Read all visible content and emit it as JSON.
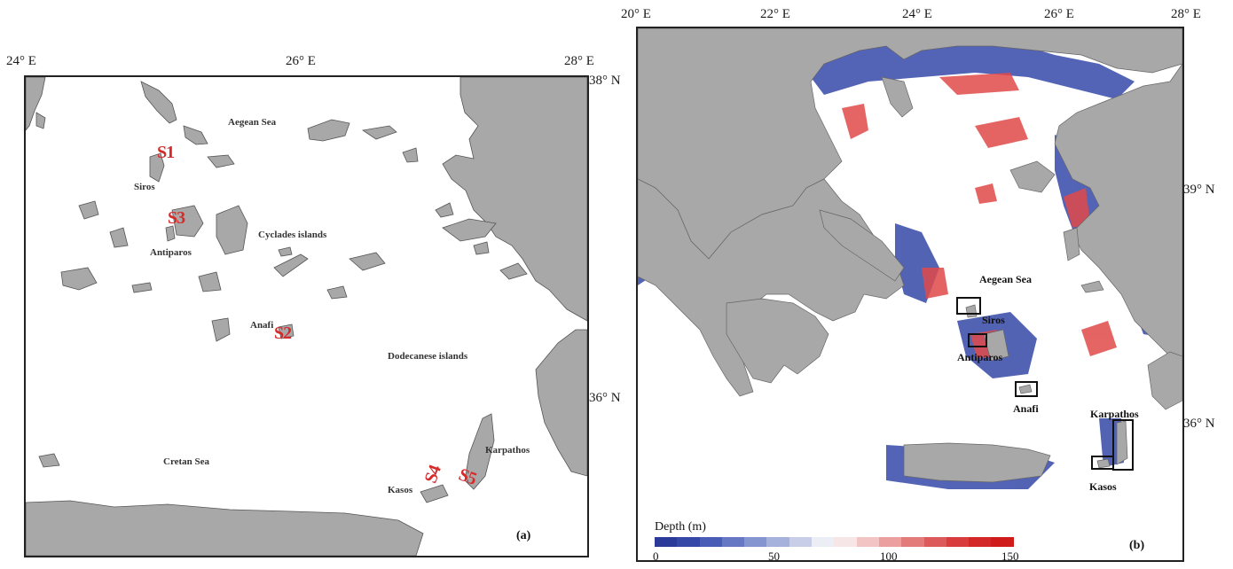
{
  "panel_a": {
    "lon_labels": [
      "24° E",
      "26° E",
      "28° E"
    ],
    "lat_labels": [
      "38° N",
      "36° N"
    ],
    "place_labels": {
      "aegean_sea": "Aegean Sea",
      "siros": "Siros",
      "antiparos": "Antiparos",
      "cyclades": "Cyclades islands",
      "anafi": "Anafi",
      "dodecanese": "Dodecanese islands",
      "cretan_sea": "Cretan Sea",
      "karpathos": "Karpathos",
      "kasos": "Kasos"
    },
    "sites": [
      "S1",
      "S2",
      "S3",
      "S4",
      "S5"
    ],
    "tag": "(a)"
  },
  "panel_b": {
    "lon_labels": [
      "20° E",
      "22° E",
      "24° E",
      "26° E",
      "28° E"
    ],
    "lat_labels": [
      "39° N",
      "36° N"
    ],
    "place_labels": {
      "aegean_sea": "Aegean Sea",
      "siros": "Siros",
      "antiparos": "Antiparos",
      "anafi": "Anafi",
      "karpathos": "Karpathos",
      "kasos": "Kasos"
    },
    "legend": {
      "title": "Depth (m)",
      "ticks": [
        "0",
        "50",
        "100",
        "150"
      ],
      "colors": [
        "#2b3a99",
        "#3548a8",
        "#4a5db6",
        "#6677c4",
        "#8595d0",
        "#a6b1dc",
        "#c8cee8",
        "#eceef5",
        "#f7e6e6",
        "#f2c4c4",
        "#ec9f9f",
        "#e47b7b",
        "#dd5a5a",
        "#d83c3c",
        "#d42727",
        "#d01b1b"
      ]
    },
    "tag": "(b)"
  },
  "colors": {
    "land": "#a8a8a8",
    "sea": "#ffffff",
    "site_label": "#d62b2b",
    "deep": "#2b3a99",
    "shallow_red": "#e04a4a"
  }
}
